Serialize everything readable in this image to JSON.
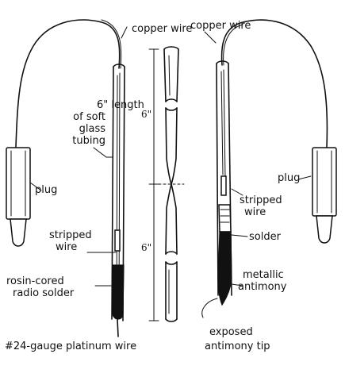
{
  "labels": {
    "copper_wire_left": "copper wire",
    "copper_wire_right": "copper wire",
    "tubing_1": "6\" length",
    "tubing_2": "of soft",
    "tubing_3": "glass",
    "tubing_4": "tubing",
    "plug_left": "plug",
    "plug_right": "plug",
    "stripped_left_1": "stripped",
    "stripped_left_2": "wire",
    "rosin_1": "rosin-cored",
    "rosin_2": "radio solder",
    "platinum": "#24-gauge platinum wire",
    "stripped_right_1": "stripped",
    "stripped_right_2": "wire",
    "solder_right": "solder",
    "antimony_1": "metallic",
    "antimony_2": "antimony",
    "exposed_1": "exposed",
    "exposed_2": "antimony tip"
  },
  "dimensions": {
    "top": "6\"",
    "bottom": "6\""
  }
}
